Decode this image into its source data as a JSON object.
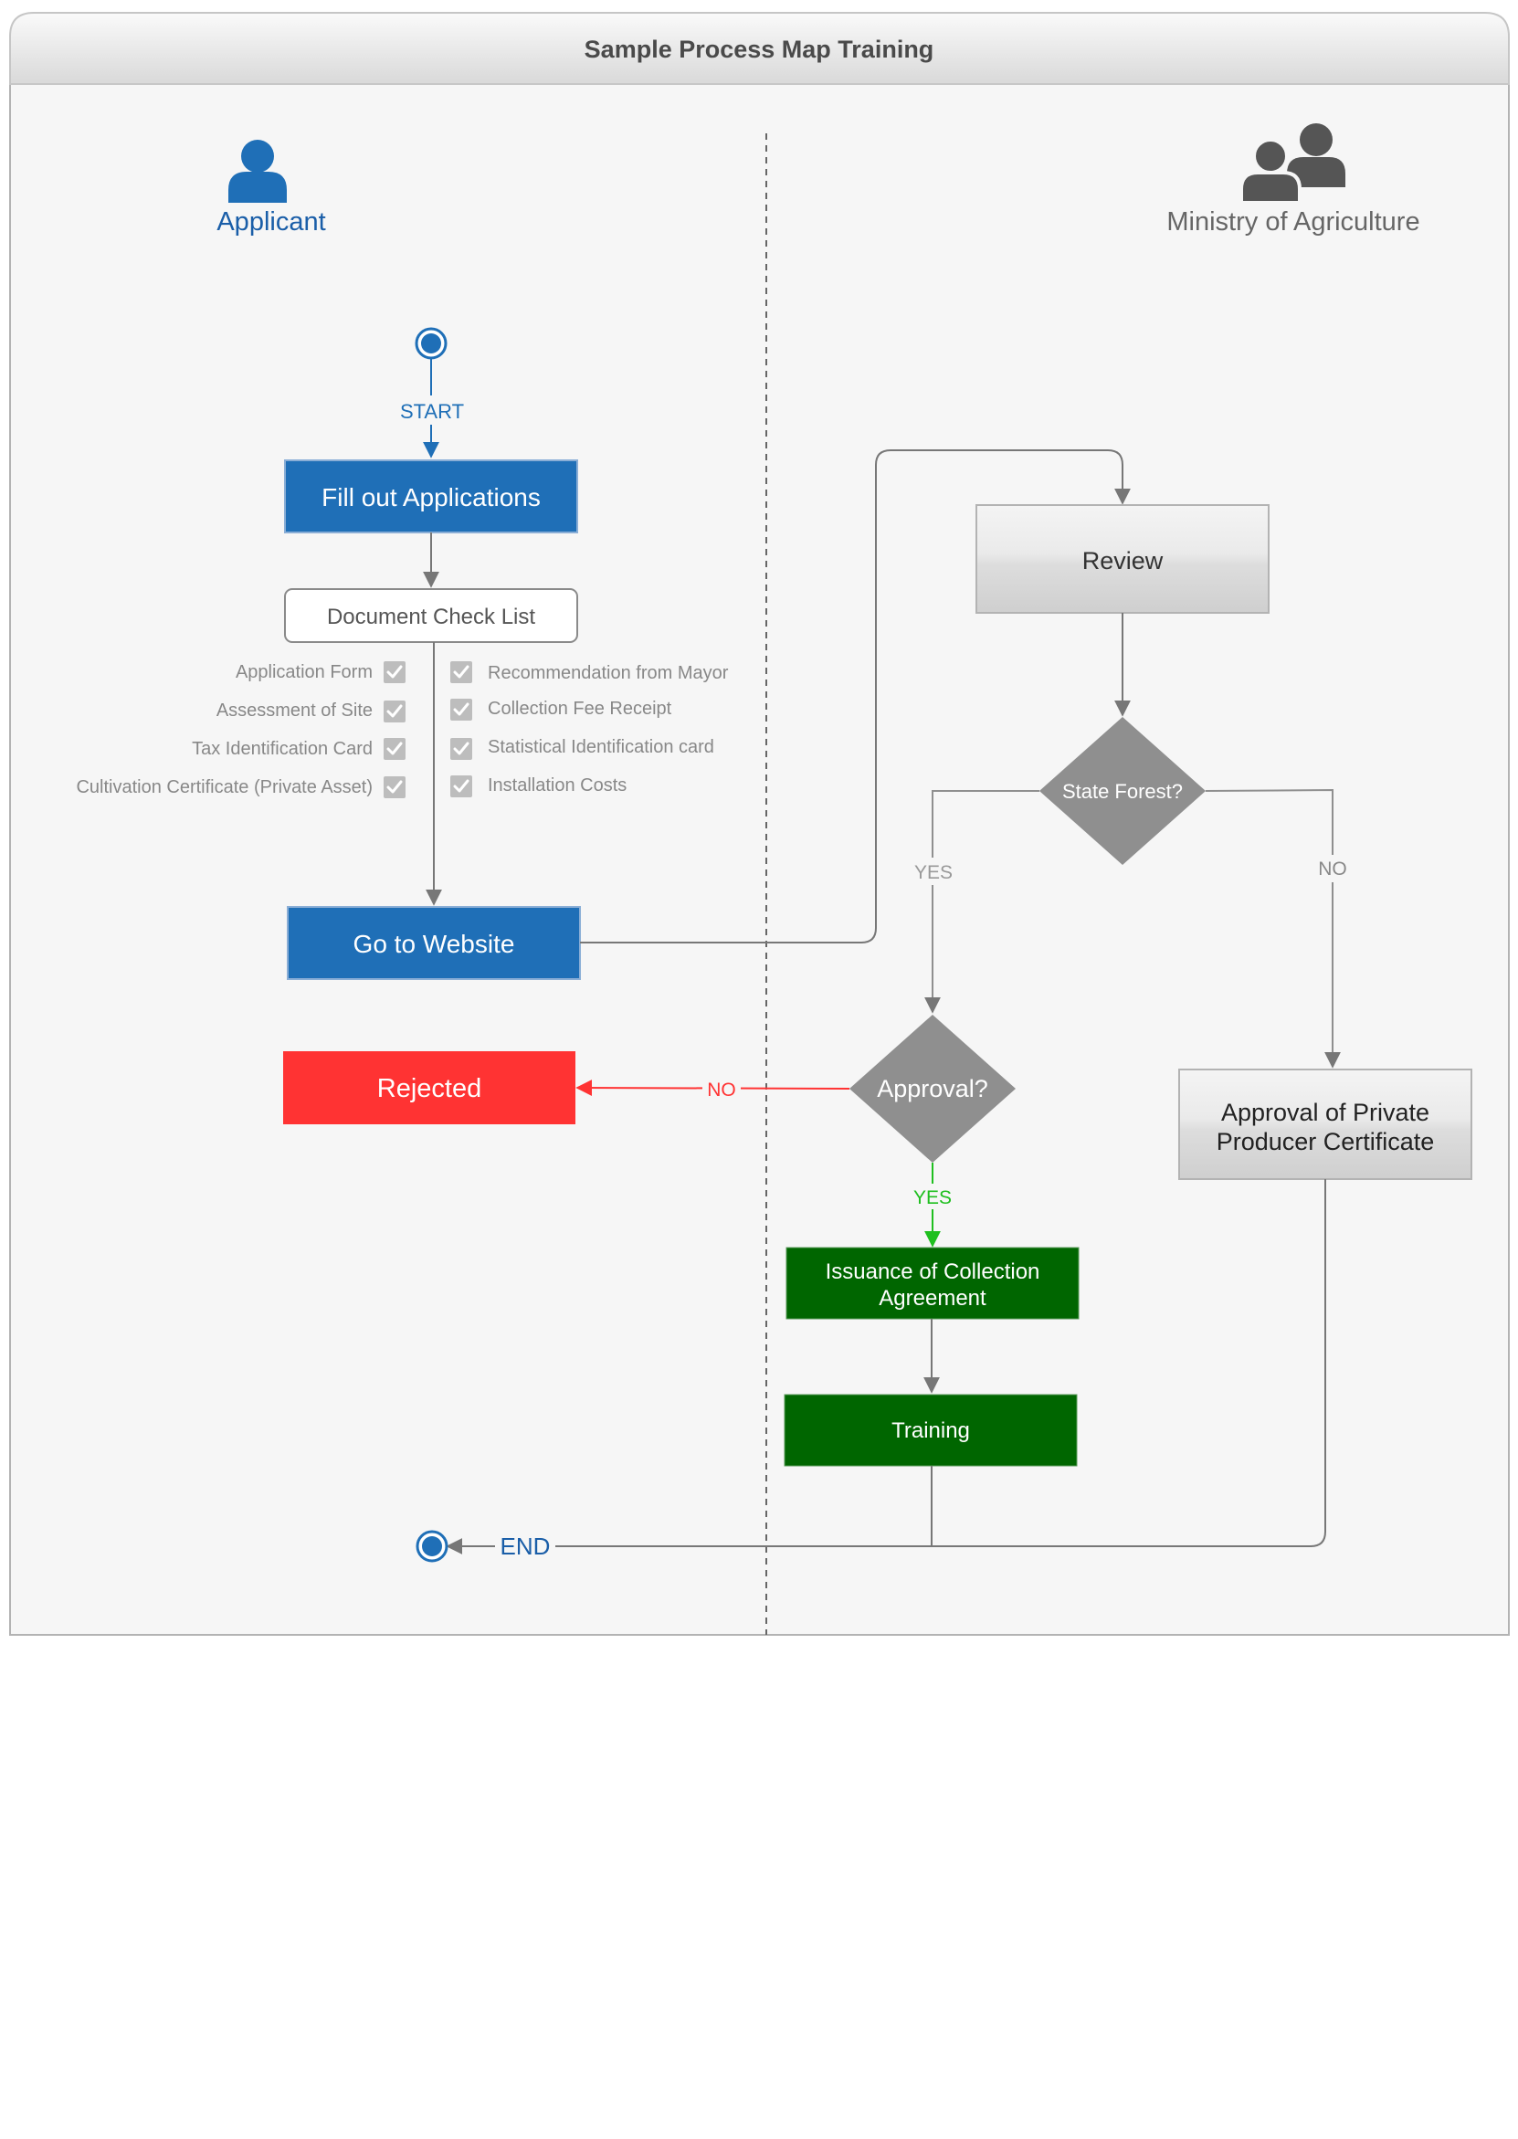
{
  "title": "Sample Process Map Training",
  "lanes": {
    "left": {
      "name": "Applicant",
      "icon": "user-icon"
    },
    "right": {
      "name": "Ministry of Agriculture",
      "icon": "users-icon"
    }
  },
  "nodes": {
    "fill_out": "Fill out Applications",
    "doc_check": "Document Check List",
    "go_website": "Go to Website",
    "review": "Review",
    "state_forest": "State Forest?",
    "approval": "Approval?",
    "rejected": "Rejected",
    "issuance_line1": "Issuance of Collection",
    "issuance_line2": "Agreement",
    "training": "Training",
    "private_line1": "Approval of Private",
    "private_line2": "Producer Certificate"
  },
  "checklist": {
    "left": [
      "Application Form",
      "Assessment of Site",
      "Tax Identification Card",
      "Cultivation Certificate (Private Asset)"
    ],
    "right": [
      "Recommendation from Mayor",
      "Collection Fee Receipt",
      "Statistical Identification card",
      "Installation Costs"
    ]
  },
  "labels": {
    "start": "START",
    "end": "END",
    "state_yes": "YES",
    "state_no": "NO",
    "approval_no": "NO",
    "approval_yes": "YES"
  },
  "colors": {
    "blue": "#1f6fb7",
    "gray_diamond": "#8f8f8f",
    "red": "#ff3333",
    "green": "#006600",
    "green_arrow": "#1fbf1f",
    "connector": "#777777"
  }
}
